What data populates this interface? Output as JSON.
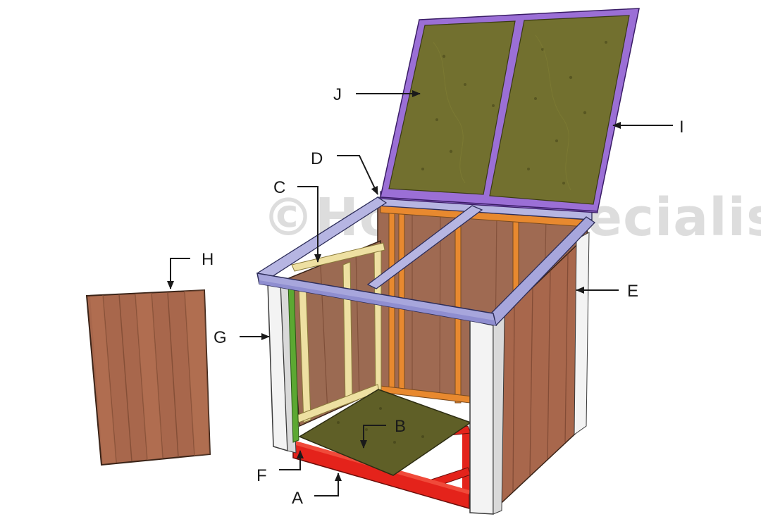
{
  "watermark": "©HowToSpecialist",
  "labels": {
    "A": "A",
    "B": "B",
    "C": "C",
    "D": "D",
    "E": "E",
    "F": "F",
    "G": "G",
    "H": "H",
    "I": "I",
    "J": "J"
  },
  "colors": {
    "siding": "#a8674c",
    "siding_dark": "#8a5238",
    "plywood": "#72702f",
    "lid_frame": "#9b6fd6",
    "top_frame": "#a7a6dc",
    "trim": "#f3f3f3",
    "floor_frame": "#e4231b",
    "back_studs": "#e8892f",
    "side_studs": "#eee0a2",
    "door_stop": "#5ca832",
    "interior_wall": "#9f6a52"
  }
}
